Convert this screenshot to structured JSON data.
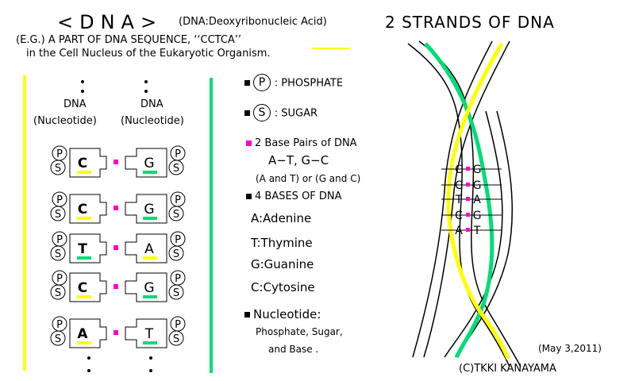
{
  "header": {
    "title": "<DNA>",
    "subtitle": "(DNA:Deoxyribonucleic Acid)",
    "strands_title": "2 STRANDS OF DNA",
    "example_line1": "(E.G.) A PART OF DNA SEQUENCE,  ‘‘CCTCA’’",
    "example_line2": "in the Cell Nucleus of the Eukaryotic Organism."
  },
  "columns": {
    "left_label": "DNA",
    "left_sub": "(Nucleotide)",
    "right_label": "DNA",
    "right_sub": "(Nucleotide)"
  },
  "pairs": [
    {
      "left": "C",
      "right": "G"
    },
    {
      "left": "C",
      "right": "G"
    },
    {
      "left": "T",
      "right": "A"
    },
    {
      "left": "C",
      "right": "G"
    },
    {
      "left": "A",
      "right": "T"
    }
  ],
  "symbols": {
    "phosphate_symbol": "P",
    "sugar_symbol": "S"
  },
  "legend": {
    "phosphate": ": PHOSPHATE",
    "sugar": ": SUGAR",
    "base_pairs_heading": "2 Base Pairs of DNA",
    "base_pairs": "A−T,  G−C",
    "base_pairs_note": "(A and T) or (G and C)",
    "bases_heading": "4 BASES OF DNA",
    "bases": [
      "A:Adenine",
      "T:Thymine",
      "G:Guanine",
      "C:Cytosine"
    ],
    "nucleotide_heading": "Nucleotide:",
    "nucleotide_line1": "Phosphate,  Sugar,",
    "nucleotide_line2": "and  Base ."
  },
  "helix_pairs": [
    {
      "left": "C",
      "right": "G"
    },
    {
      "left": "C",
      "right": "G"
    },
    {
      "left": "T",
      "right": "A"
    },
    {
      "left": "C",
      "right": "G"
    },
    {
      "left": "A",
      "right": "T"
    }
  ],
  "footer": {
    "date": "(May 3,2011)",
    "credit": "(C)TKKI KANAYAMA"
  },
  "colors": {
    "yellow": "#ffff00",
    "green": "#00dd77",
    "pink": "#ff00cc"
  }
}
